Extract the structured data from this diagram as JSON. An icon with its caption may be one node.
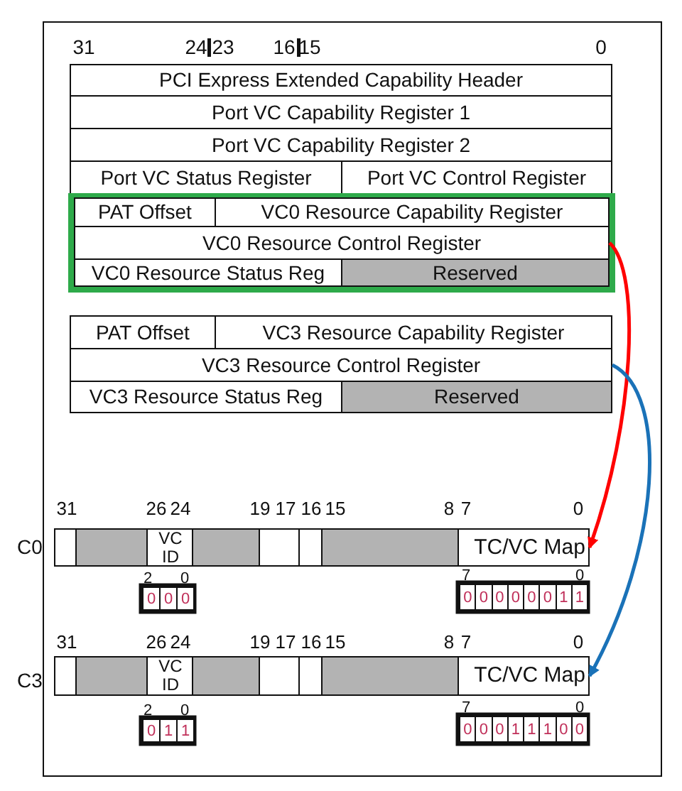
{
  "diagram": {
    "nodes": [
      {
        "text": [
          "PCI Express Extended Capability Header"
        ]
      },
      {
        "text": [
          "Port VC Capability Register 1"
        ]
      },
      {
        "text": [
          "Port VC Capability Register 2"
        ]
      },
      {
        "text": [
          "Port VC Status Register"
        ]
      },
      {
        "text": [
          "Port VC Control Register"
        ]
      },
      {
        "text": [],
        "shape": "box"
      },
      {
        "text": [
          "PAT Offset"
        ],
        "in": 5
      },
      {
        "text": [
          "VC0 Resource Capability Register"
        ],
        "in": 5
      },
      {
        "text": [
          "VC0 Resource Control Register"
        ],
        "in": 5
      },
      {
        "text": [
          "VC0 Resource Status Reg"
        ],
        "in": 5
      },
      {
        "text": [
          "Reserved"
        ],
        "in": 5
      },
      {
        "text": [
          "PAT Offset"
        ]
      },
      {
        "text": [
          "VC3 Resource Capability Register"
        ]
      },
      {
        "text": [
          "VC3 Resource Control Register"
        ]
      },
      {
        "text": [
          "VC3 Resource Status Reg"
        ]
      },
      {
        "text": [
          "Reserved"
        ]
      },
      {
        "text": [],
        "shape": "box"
      },
      {
        "text": [],
        "shape": "box"
      },
      {
        "text": [
          "VC ID"
        ]
      },
      {
        "text": [],
        "shape": "box"
      },
      {
        "text": [],
        "shape": "box"
      },
      {
        "text": [],
        "shape": "box"
      },
      {
        "text": [],
        "shape": "box"
      },
      {
        "text": [
          "TC/VC Map"
        ]
      },
      {
        "text": [],
        "shape": "box"
      },
      {
        "text": [],
        "shape": "box"
      },
      {
        "text": [
          "VC ID"
        ]
      },
      {
        "text": [],
        "shape": "box"
      },
      {
        "text": [],
        "shape": "box"
      },
      {
        "text": [],
        "shape": "box"
      },
      {
        "text": [],
        "shape": "box"
      },
      {
        "text": [
          "TC/VC Map"
        ]
      }
    ],
    "edges": [
      {
        "from": 8,
        "to": 23,
        "arrow": "to",
        "color": "#ff0000"
      },
      {
        "from": 13,
        "to": 31,
        "arrow": "to",
        "color": "#1a72b8"
      }
    ],
    "labels": [
      "31",
      "24",
      "23",
      "16",
      "15",
      "0",
      "31",
      "26",
      "24",
      "19",
      "17",
      "16",
      "15",
      "8",
      "7",
      "0",
      "C0",
      "2",
      "0",
      "0",
      "0",
      "0",
      "7",
      "0",
      "0",
      "0",
      "0",
      "0",
      "0",
      "0",
      "1",
      "1",
      "31",
      "26",
      "24",
      "19",
      "17",
      "16",
      "15",
      "8",
      "7",
      "0",
      "C3",
      "2",
      "0",
      "0",
      "1",
      "1",
      "7",
      "0",
      "0",
      "0",
      "0",
      "1",
      "1",
      "1",
      "0",
      "0"
    ]
  }
}
